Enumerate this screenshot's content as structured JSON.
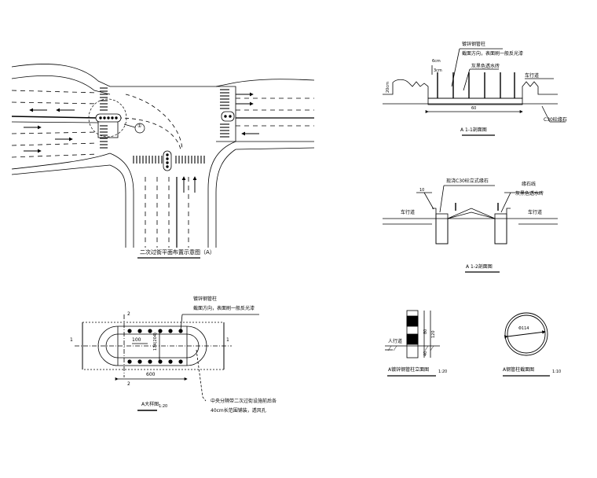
{
  "plan": {
    "title": "二次过街平面布置示意图（A）",
    "callout": "①"
  },
  "detail": {
    "title": "A大样图",
    "scale": "1:20",
    "dim_100": "100",
    "dim_height": "174(204)",
    "dim_width": "600",
    "section_1": "1",
    "section_2": "2",
    "label_post": "镀锌钢管柱",
    "label_post_note": "截面方向，表面刷一般反光漆",
    "note_line1": "中央分隔带二次过街设施前后各",
    "note_line2": "40cm长范围铺装，透风孔"
  },
  "section11": {
    "title": "A 1-1剖面图",
    "label_post": "镀锌钢管柱",
    "label_post_note": "截面方向，表面刷一般反光漆",
    "label_paint": "灰黑色透水砖",
    "label_lane": "车行道",
    "label_curb": "C30砼缘石",
    "dim_6cm": "6cm",
    "dim_3cm": "3cm",
    "dim_20cm": "20cm",
    "dim_60": "60"
  },
  "section22": {
    "title": "A 1-2剖面图",
    "label_concrete": "现浇C30砼立式缘石",
    "label_curb_line": "缘石线",
    "label_paint": "灰黑色透水砖",
    "label_lane_left": "车行道",
    "label_lane_right": "车行道",
    "dim_10": "10"
  },
  "elevation": {
    "title": "A镀锌钢管柱立面图",
    "scale": "1:20",
    "label_ground": "人行道",
    "dim_120": "120",
    "dim_80": "80",
    "dim_40": "40"
  },
  "tube_section": {
    "title": "A钢管柱截面图",
    "scale": "1:10",
    "dim": "Φ114"
  }
}
